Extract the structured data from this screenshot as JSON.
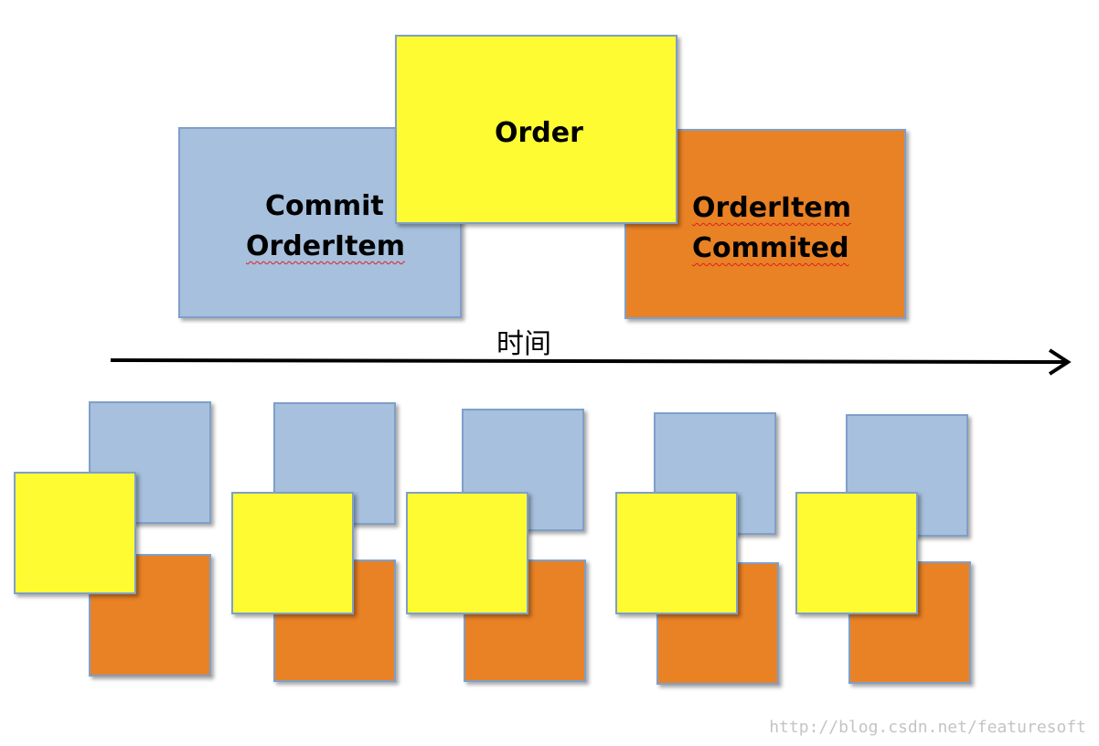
{
  "diagram": {
    "order_label": "Order",
    "commit_lines": [
      "Commit",
      "OrderItem"
    ],
    "committed_lines": [
      "OrderItem",
      "Commited"
    ],
    "timeline_label": "时间"
  },
  "colors": {
    "blue": "#a6c0dd",
    "yellow": "#fefb33",
    "orange": "#e98125",
    "arrow": "#000000"
  },
  "watermark": "http://blog.csdn.net/featuresoft"
}
